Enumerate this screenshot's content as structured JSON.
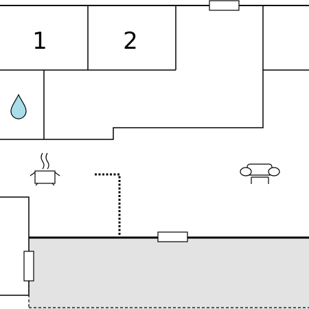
{
  "floorplan": {
    "rooms": [
      {
        "label": "1",
        "type": "bedroom"
      },
      {
        "label": "2",
        "type": "bedroom"
      }
    ],
    "icons": [
      "water-drop-icon",
      "cooking-pot-icon",
      "sofa-icon"
    ],
    "colors": {
      "wall": "#000000",
      "terrace_fill": "#e3e3e3",
      "water_drop": "#a9dde9",
      "background": "#ffffff"
    }
  }
}
